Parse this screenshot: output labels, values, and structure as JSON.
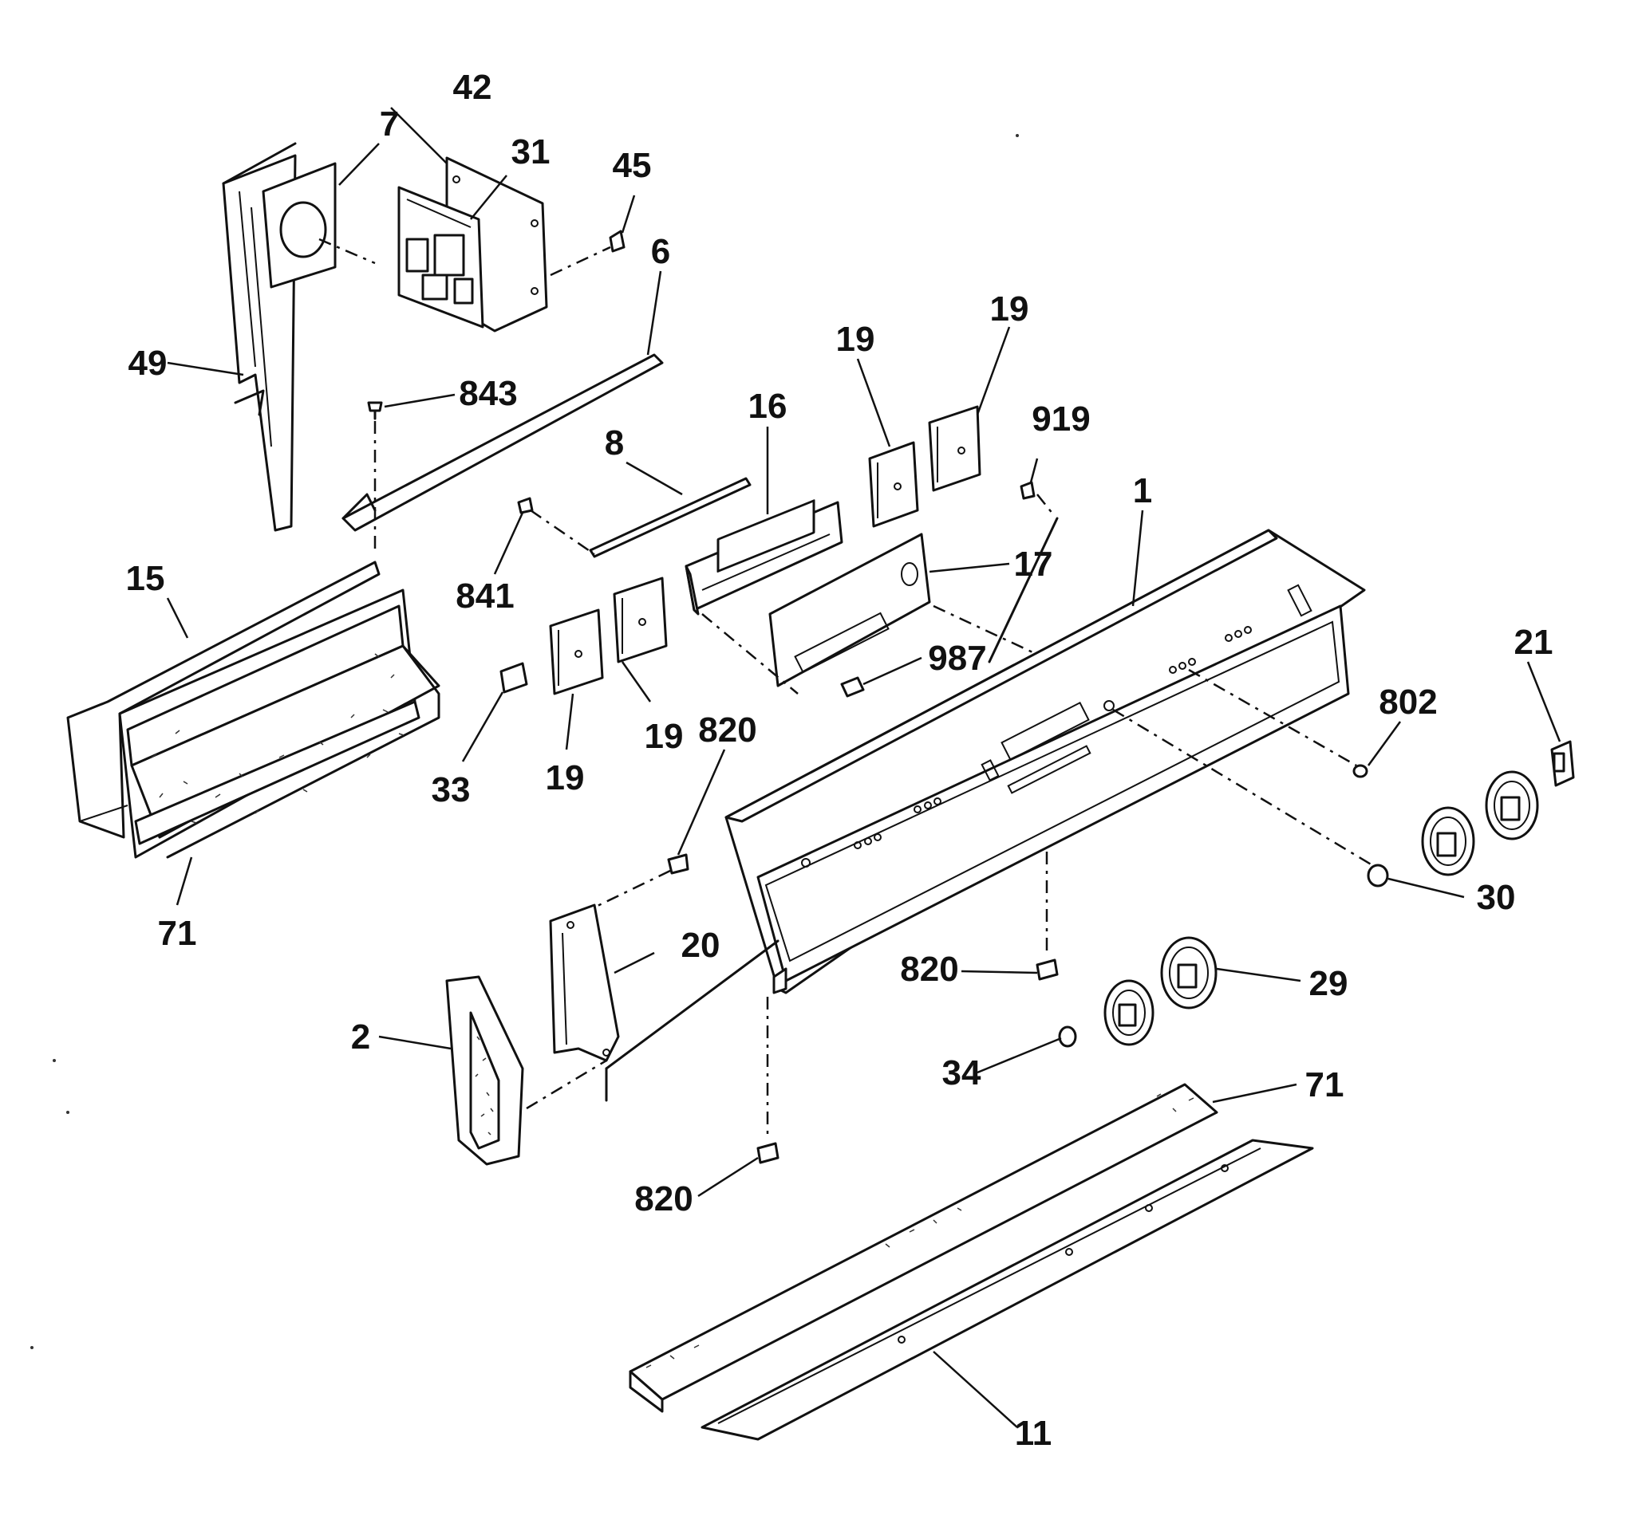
{
  "diagram": {
    "callouts": [
      {
        "id": "c42",
        "text": "42"
      },
      {
        "id": "c7",
        "text": "7"
      },
      {
        "id": "c31",
        "text": "31"
      },
      {
        "id": "c45",
        "text": "45"
      },
      {
        "id": "c6",
        "text": "6"
      },
      {
        "id": "c49",
        "text": "49"
      },
      {
        "id": "c843",
        "text": "843"
      },
      {
        "id": "c19a",
        "text": "19"
      },
      {
        "id": "c19b",
        "text": "19"
      },
      {
        "id": "c16",
        "text": "16"
      },
      {
        "id": "c8",
        "text": "8"
      },
      {
        "id": "c919",
        "text": "919"
      },
      {
        "id": "c1",
        "text": "1"
      },
      {
        "id": "c15",
        "text": "15"
      },
      {
        "id": "c841",
        "text": "841"
      },
      {
        "id": "c17",
        "text": "17"
      },
      {
        "id": "c21",
        "text": "21"
      },
      {
        "id": "c987",
        "text": "987"
      },
      {
        "id": "c802",
        "text": "802"
      },
      {
        "id": "c820a",
        "text": "820"
      },
      {
        "id": "c19c",
        "text": "19"
      },
      {
        "id": "c33",
        "text": "33"
      },
      {
        "id": "c19d",
        "text": "19"
      },
      {
        "id": "c30",
        "text": "30"
      },
      {
        "id": "c71a",
        "text": "71"
      },
      {
        "id": "c20",
        "text": "20"
      },
      {
        "id": "c820b",
        "text": "820"
      },
      {
        "id": "c29",
        "text": "29"
      },
      {
        "id": "c2",
        "text": "2"
      },
      {
        "id": "c34",
        "text": "34"
      },
      {
        "id": "c71b",
        "text": "71"
      },
      {
        "id": "c820c",
        "text": "820"
      },
      {
        "id": "c11",
        "text": "11"
      }
    ]
  }
}
